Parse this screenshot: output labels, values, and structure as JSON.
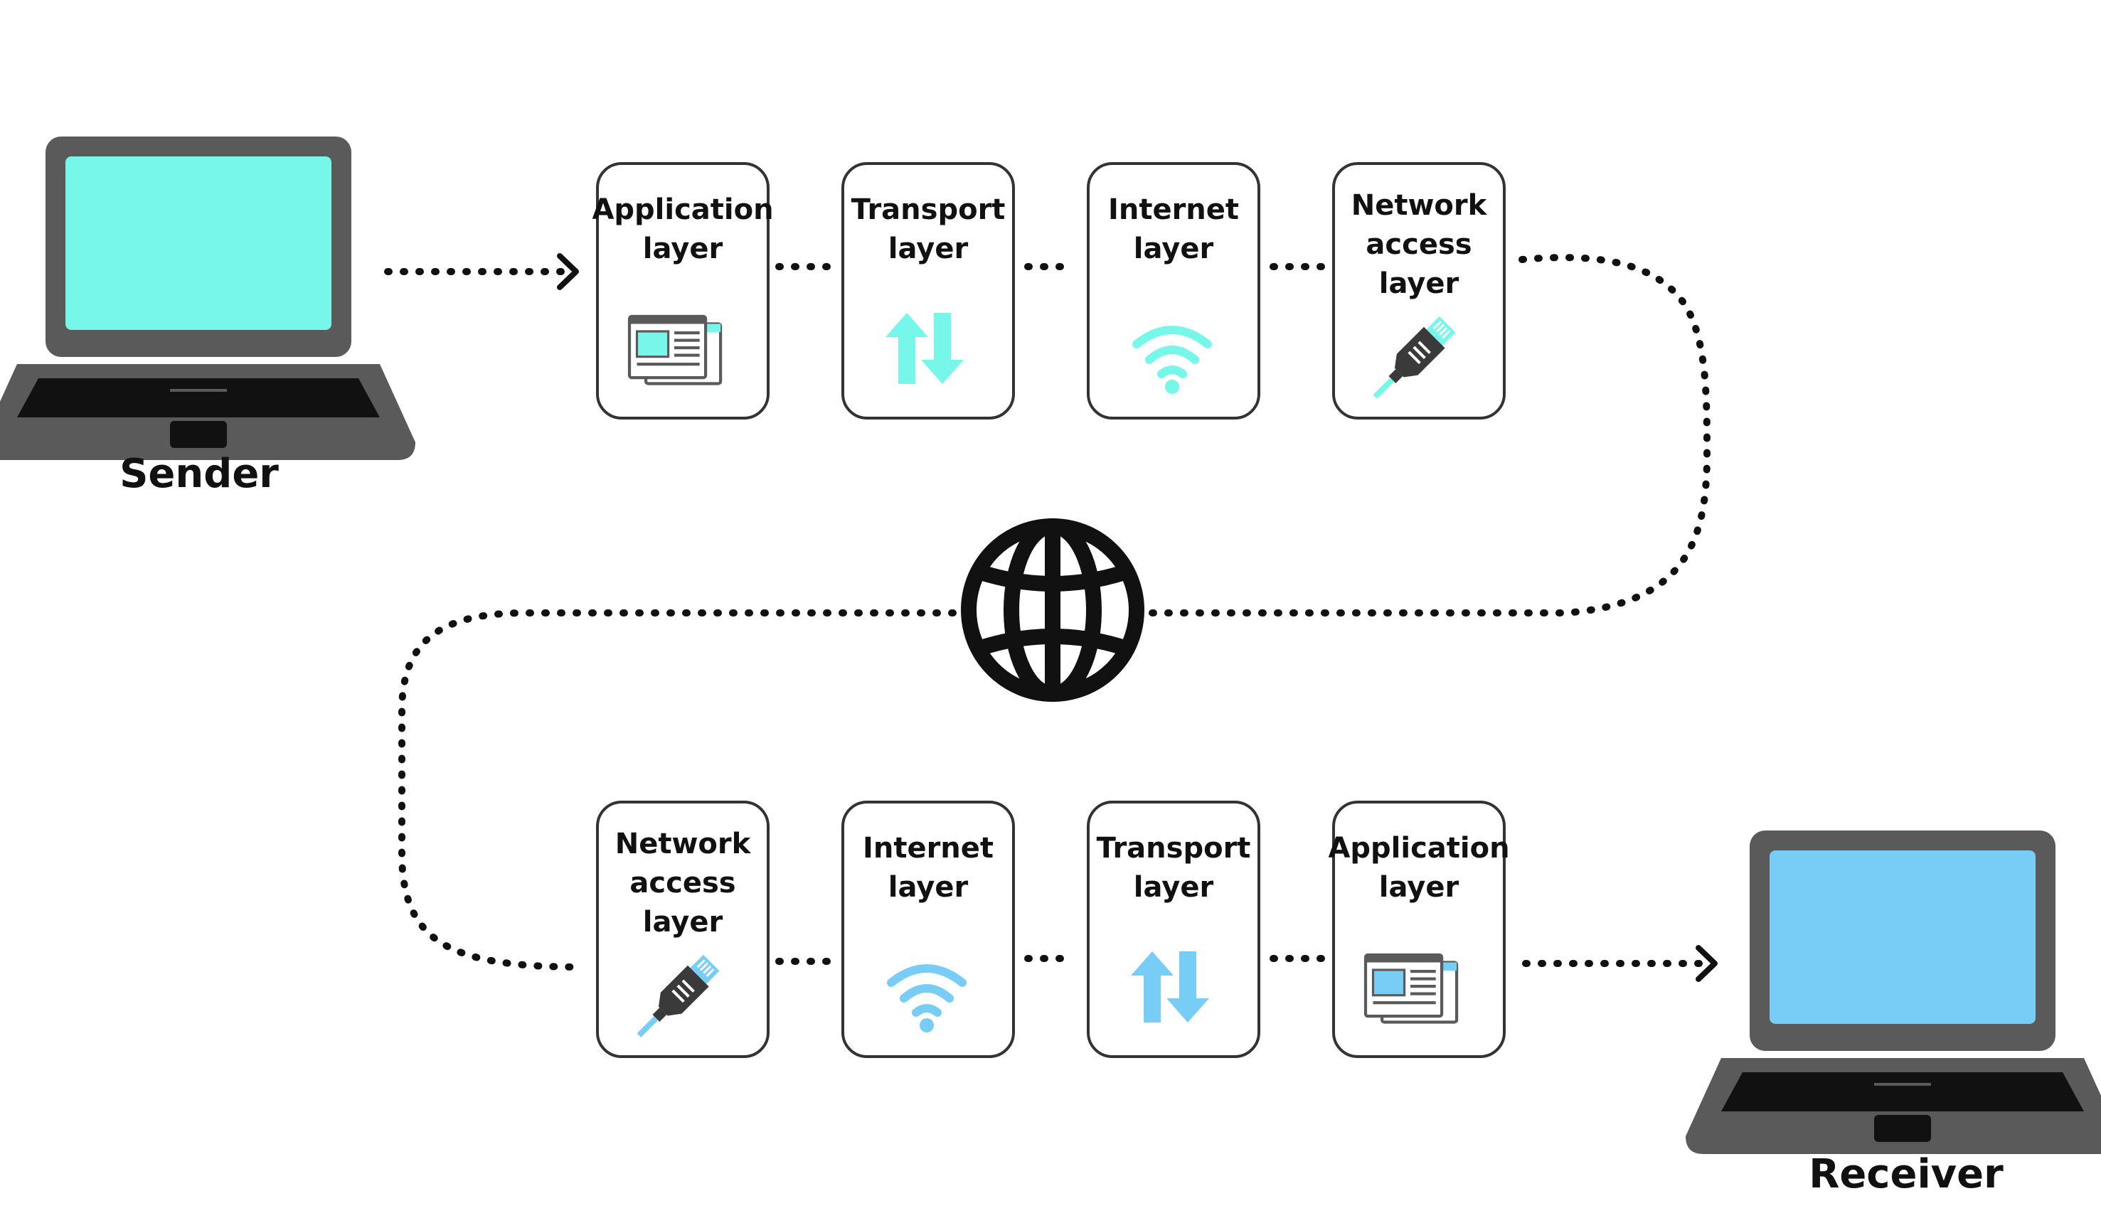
{
  "sender": {
    "label": "Sender",
    "screen_color": "#76F7EA"
  },
  "receiver": {
    "label": "Receiver",
    "screen_color": "#78CDF7"
  },
  "sender_stack": [
    {
      "lines": [
        "Application",
        "layer"
      ],
      "icon": "browser-window-icon"
    },
    {
      "lines": [
        "Transport",
        "layer"
      ],
      "icon": "up-down-arrows-icon"
    },
    {
      "lines": [
        "Internet",
        "layer"
      ],
      "icon": "wifi-icon"
    },
    {
      "lines": [
        "Network",
        "access",
        "layer"
      ],
      "icon": "ethernet-plug-icon"
    }
  ],
  "receiver_stack": [
    {
      "lines": [
        "Network",
        "access",
        "layer"
      ],
      "icon": "ethernet-plug-icon"
    },
    {
      "lines": [
        "Internet",
        "layer"
      ],
      "icon": "wifi-icon"
    },
    {
      "lines": [
        "Transport",
        "layer"
      ],
      "icon": "up-down-arrows-icon"
    },
    {
      "lines": [
        "Application",
        "layer"
      ],
      "icon": "browser-window-icon"
    }
  ],
  "network_icon": "globe-icon",
  "colors": {
    "sender_accent": "#76F7EA",
    "receiver_accent": "#78CDF7",
    "device_body": "#5a5a5a",
    "outline": "#333333",
    "dots": "#111111"
  }
}
